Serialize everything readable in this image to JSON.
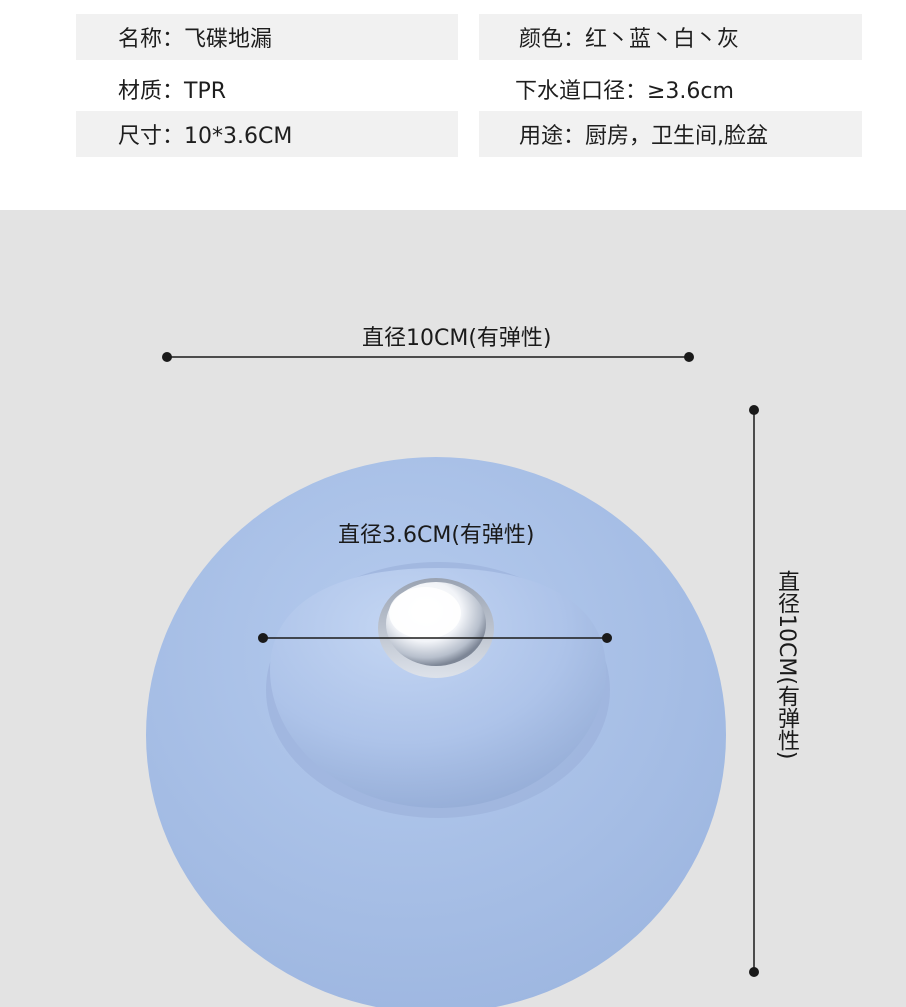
{
  "specs": {
    "name": "名称：飞碟地漏",
    "color": "颜色：红丶蓝丶白丶灰",
    "material": "材质：TPR",
    "drain": "下水道口径：≥3.6cm",
    "size": "尺寸：10*3.6CM",
    "usage": "用途：厨房，卫生间,脸盆"
  },
  "dimensions": {
    "outer_top": "直径10CM(有弹性)",
    "inner": "直径3.6CM(有弹性)",
    "outer_side": "直径10CM(有弹性)"
  },
  "colors": {
    "disc": "#a9c1e6",
    "dome": "#b2c8ea",
    "background": "#e3e3e3",
    "spec_shade": "#f1f1f1"
  }
}
